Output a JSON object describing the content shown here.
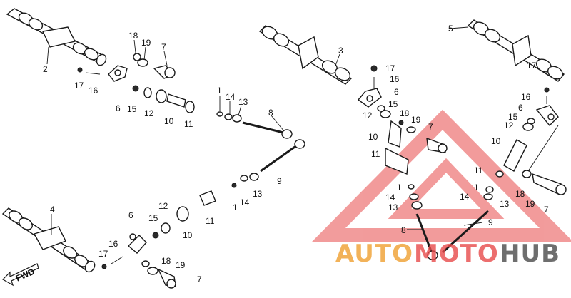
{
  "labels": [
    {
      "id": "c2",
      "text": "2"
    },
    {
      "id": "t18a",
      "text": "18"
    },
    {
      "id": "t19a",
      "text": "19"
    },
    {
      "id": "t7a",
      "text": "7"
    },
    {
      "id": "t17a",
      "text": "17"
    },
    {
      "id": "t16a",
      "text": "16"
    },
    {
      "id": "t6a",
      "text": "6"
    },
    {
      "id": "t15a",
      "text": "15"
    },
    {
      "id": "t12a",
      "text": "12"
    },
    {
      "id": "t10a",
      "text": "10"
    },
    {
      "id": "t11a",
      "text": "11"
    },
    {
      "id": "t1a",
      "text": "1"
    },
    {
      "id": "t14a",
      "text": "14"
    },
    {
      "id": "t13a",
      "text": "13"
    },
    {
      "id": "t8a",
      "text": "8"
    },
    {
      "id": "t9a",
      "text": "9"
    },
    {
      "id": "t1b",
      "text": "1"
    },
    {
      "id": "t14b",
      "text": "14"
    },
    {
      "id": "t13b",
      "text": "13"
    },
    {
      "id": "c4",
      "text": "4"
    },
    {
      "id": "t6b",
      "text": "6"
    },
    {
      "id": "t15b",
      "text": "15"
    },
    {
      "id": "t12b",
      "text": "12"
    },
    {
      "id": "t10b",
      "text": "10"
    },
    {
      "id": "t11b",
      "text": "11"
    },
    {
      "id": "t16b",
      "text": "16"
    },
    {
      "id": "t17b",
      "text": "17"
    },
    {
      "id": "t18b",
      "text": "18"
    },
    {
      "id": "t19b",
      "text": "19"
    },
    {
      "id": "t7b",
      "text": "7"
    },
    {
      "id": "c3",
      "text": "3"
    },
    {
      "id": "t17c",
      "text": "17"
    },
    {
      "id": "t16c",
      "text": "16"
    },
    {
      "id": "t6c",
      "text": "6"
    },
    {
      "id": "t15c",
      "text": "15"
    },
    {
      "id": "t12c",
      "text": "12"
    },
    {
      "id": "t18c",
      "text": "18"
    },
    {
      "id": "t19c",
      "text": "19"
    },
    {
      "id": "t7c",
      "text": "7"
    },
    {
      "id": "t10c",
      "text": "10"
    },
    {
      "id": "t11c",
      "text": "11"
    },
    {
      "id": "t1c",
      "text": "1"
    },
    {
      "id": "t14c",
      "text": "14"
    },
    {
      "id": "t13c",
      "text": "13"
    },
    {
      "id": "t8c",
      "text": "8"
    },
    {
      "id": "c5",
      "text": "5"
    },
    {
      "id": "t17d",
      "text": "17"
    },
    {
      "id": "t16d",
      "text": "16"
    },
    {
      "id": "t6d",
      "text": "6"
    },
    {
      "id": "t15d",
      "text": "15"
    },
    {
      "id": "t12d",
      "text": "12"
    },
    {
      "id": "t10d",
      "text": "10"
    },
    {
      "id": "t11d",
      "text": "11"
    },
    {
      "id": "t1d",
      "text": "1"
    },
    {
      "id": "t14d",
      "text": "14"
    },
    {
      "id": "t13d",
      "text": "13"
    },
    {
      "id": "t9d",
      "text": "9"
    },
    {
      "id": "t18d",
      "text": "18"
    },
    {
      "id": "t19d",
      "text": "19"
    },
    {
      "id": "t7d",
      "text": "7"
    }
  ],
  "fwd_label": "FWD",
  "watermark": {
    "text_part1": "AUTO",
    "text_part2": "MOTO",
    "text_part3": "HUB",
    "color_primary": "#f0a030",
    "color_secondary": "#e84a4a",
    "color_dark": "#4a4a4a"
  }
}
